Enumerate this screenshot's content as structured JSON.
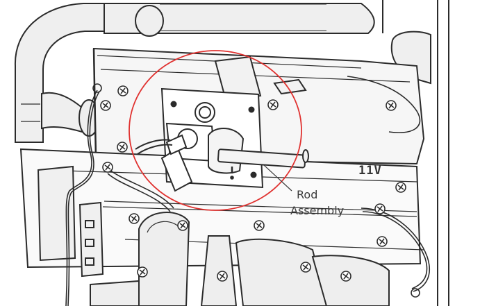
{
  "callout": {
    "line1": "Rod",
    "line2": "Assembly"
  },
  "panel_marking": "11V",
  "colors": {
    "highlight_circle": "#e0312f",
    "linework": "#2b2b2b",
    "pipe_fill": "#efefef",
    "panel_fill": "#f6f6f6"
  }
}
